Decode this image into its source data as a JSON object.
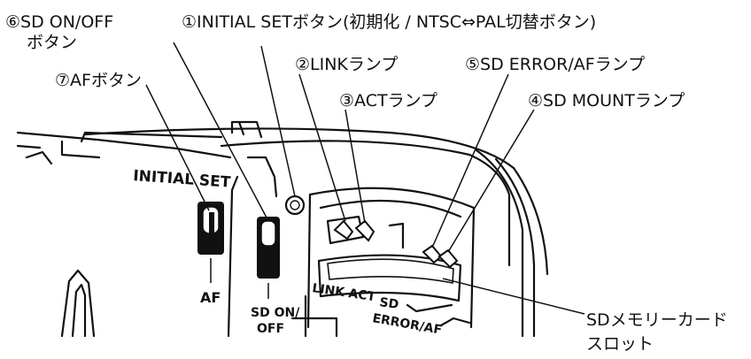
{
  "callouts": {
    "initial_set": "①INITIAL SETボタン(初期化 / NTSC⇔PAL切替ボタン)",
    "link": "②LINKランプ",
    "act": "③ACTランプ",
    "sd_mount": "④SD MOUNTランプ",
    "sd_error_af": "⑤SD ERROR/AFランプ",
    "sd_onoff_line1": "⑥SD ON/OFF",
    "sd_onoff_line2": "ボタン",
    "af_button": "⑦AFボタン",
    "sd_slot_line1": "SDメモリーカード",
    "sd_slot_line2": "スロット"
  },
  "device_labels": {
    "initial_set": "INITIAL SET",
    "af": "AF",
    "sd_onoff_1": "SD ON/",
    "sd_onoff_2": "OFF",
    "link": "LINK",
    "act": "ACT",
    "sd": "SD",
    "error_af": "ERROR/AF"
  }
}
